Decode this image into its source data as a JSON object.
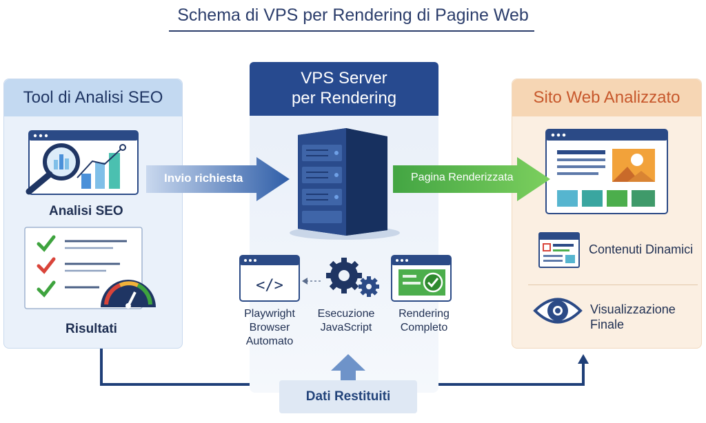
{
  "title": "Schema di VPS per Rendering di Pagine Web",
  "left": {
    "header": "Tool di Analisi SEO",
    "analysis_label": "Analisi SEO",
    "results_label": "Risultati"
  },
  "middle": {
    "header_line1": "VPS Server",
    "header_line2": "per Rendering",
    "steps": [
      {
        "label1": "Playwright",
        "label2": "Browser",
        "label3": "Automato",
        "icon": "code-icon"
      },
      {
        "label1": "Esecuzione",
        "label2": "JavaScript",
        "icon": "gears-icon"
      },
      {
        "label1": "Rendering",
        "label2": "Completo",
        "icon": "check-window-icon"
      }
    ]
  },
  "right": {
    "header": "Sito Web Analizzato",
    "dynamic_label": "Contenuti Dinamici",
    "final_line1": "Visualizzazione",
    "final_line2": "Finale"
  },
  "arrows": {
    "request": "Invio richiesta",
    "rendered": "Pagina Renderizzata"
  },
  "bottom": {
    "label": "Dati Restituiti"
  },
  "colors": {
    "navy": "#274a8f",
    "blue_arrow": "#3f6fb8",
    "green_arrow": "#4cae4c",
    "orange_title": "#c7582c",
    "check_green": "#3ea33e",
    "check_red": "#d9443a"
  }
}
